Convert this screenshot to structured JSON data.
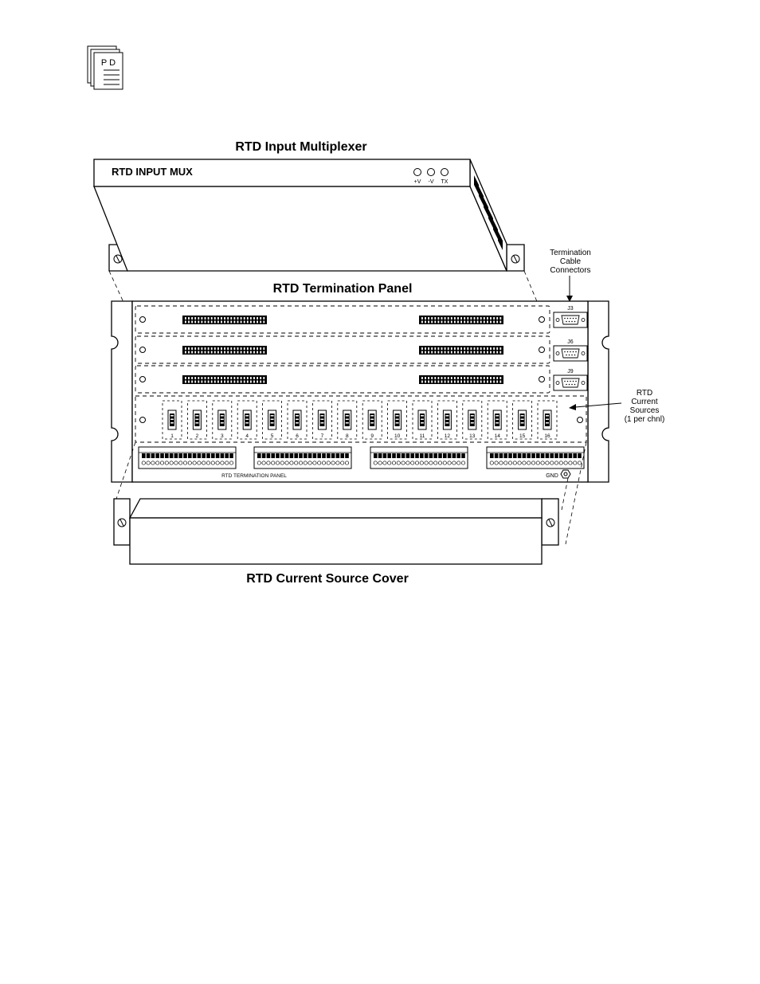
{
  "doc_icon": {
    "letters": "P D"
  },
  "titles": {
    "mux": "RTD Input Multiplexer",
    "panel": "RTD Termination Panel",
    "cover": "RTD Current Source Cover"
  },
  "mux": {
    "front_label": "RTD INPUT MUX",
    "leds": [
      "+V",
      "-V",
      "TX"
    ]
  },
  "callouts": {
    "cable_connectors": [
      "Termination",
      "Cable",
      "Connectors"
    ],
    "current_sources": [
      "RTD",
      "Current",
      "Sources",
      "(1 per chnl)"
    ]
  },
  "connectors": [
    "J3",
    "J6",
    "J9"
  ],
  "channels": [
    "1",
    "2",
    "3",
    "4",
    "5",
    "6",
    "7",
    "8",
    "9",
    "10",
    "11",
    "12",
    "13",
    "14",
    "15",
    "16"
  ],
  "panel": {
    "bottom_label": "RTD TERMINATION PANEL",
    "gnd_label": "GND"
  }
}
